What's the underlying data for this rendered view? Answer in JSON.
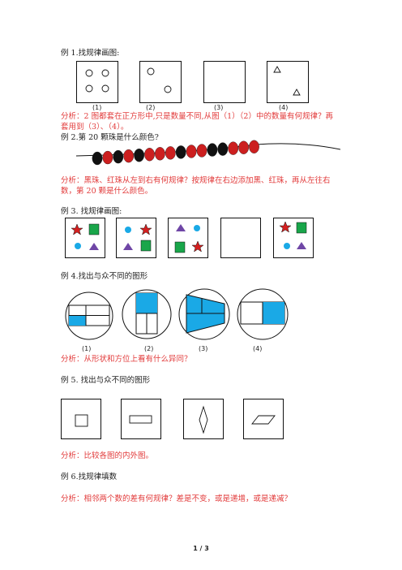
{
  "ex1": {
    "title": "例 1.找规律画图:",
    "labels": [
      "(1)",
      "(2)",
      "(3)",
      "(4)"
    ],
    "analysis_line1": "分析：2 图都套在正方形中,只是数量不同,从图（1）（2）中的数量有何规律？再",
    "analysis_line2": "套用到（3）、（4）。"
  },
  "ex2": {
    "title": "例 2.第 20 颗珠是什么颜色?",
    "beads": [
      "black",
      "red",
      "black",
      "red",
      "black",
      "red",
      "red",
      "red",
      "black",
      "red",
      "red",
      "black",
      "black",
      "red",
      "red",
      "red"
    ],
    "analysis_line1": "分析：黑珠、红珠从左到右有何规律？按规律在右边添加黑、红珠，再从左往右",
    "analysis_line2": "数，第 20 颗是什么颜色。"
  },
  "ex3": {
    "title": "例 3.  找规律画图:"
  },
  "ex4": {
    "title": "例 4.找出与众不同的图形",
    "labels": [
      "(1)",
      "(2)",
      "(3)",
      "(4)"
    ],
    "analysis": "分析：从形状和方位上看有什么异同？"
  },
  "ex5": {
    "title": "例 5.  找出与众不同的图形",
    "analysis": "分析：比较各图的内外图。"
  },
  "ex6": {
    "title": "例 6.找规律填数",
    "analysis": "分析：相邻两个数的差有何规律？差是不变，或是递增，或是递减？"
  },
  "page_number": "1 / 3",
  "colors": {
    "accent_red": "#e23b3b",
    "shape_red": "#d42020",
    "blue": "#1aa9e6",
    "green": "#19a64a",
    "purple": "#6f46a6"
  }
}
